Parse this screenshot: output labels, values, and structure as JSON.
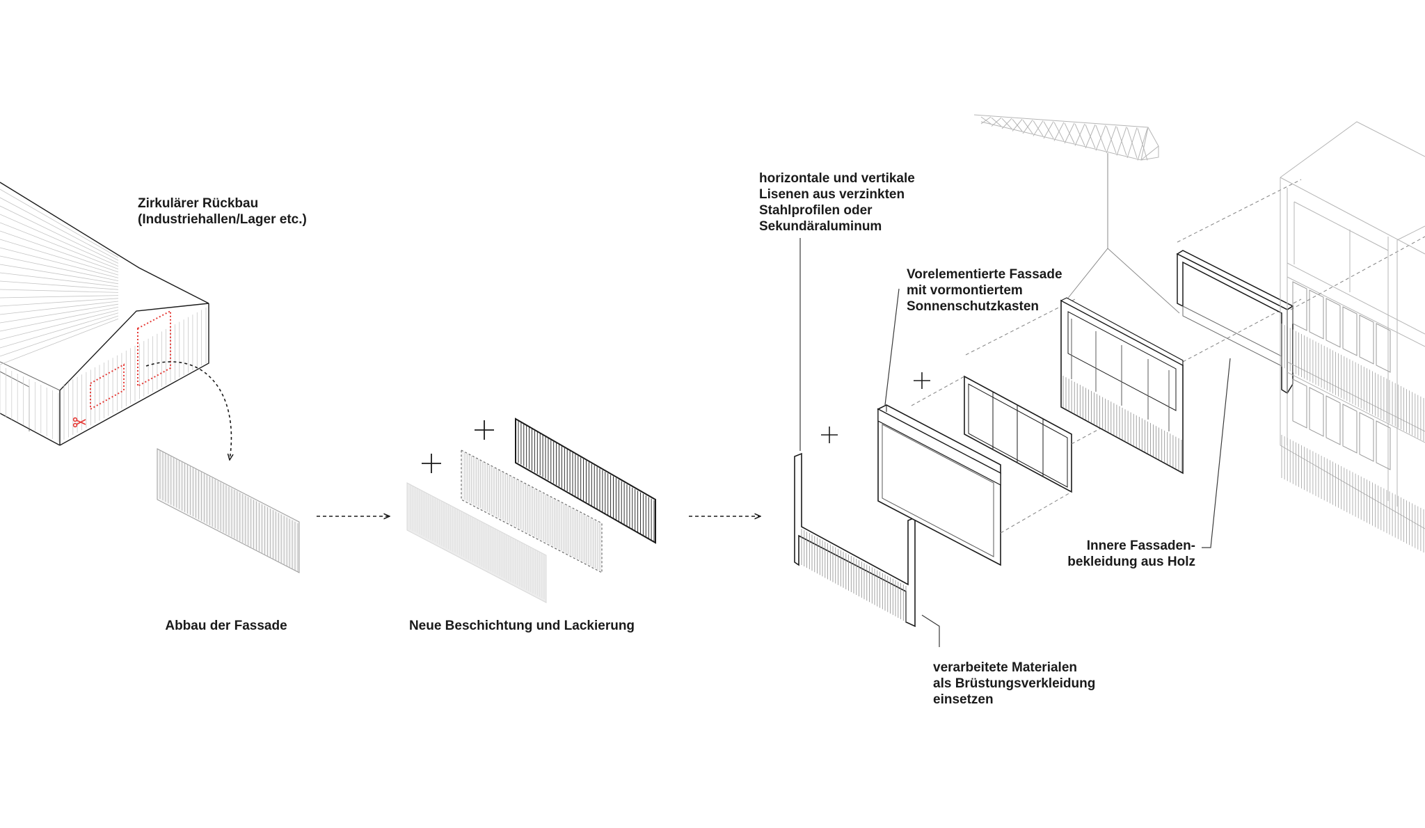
{
  "labels": {
    "rueckbau": "Zirkulärer Rückbau\n(Industriehallen/Lager etc.)",
    "abbau": "Abbau der Fassade",
    "beschichtung": "Neue Beschichtung und Lackierung",
    "lisenen": "horizontale und vertikale\nLisenen aus verzinkten\nStahlprofilen oder\nSekundäraluminum",
    "vorelementiert": "Vorelementierte Fassade\nmit vormontiertem\nSonnenschutzkasten",
    "innere": "Innere Fassaden-\nbekleidung aus Holz",
    "materialien": "verarbeitete Materialen\nals Brüstungsverkleidung\neinsetzen"
  },
  "colors": {
    "line": "#1a1a1a",
    "light_line": "#b5b5b5",
    "cut_red": "#e53935"
  },
  "icons": [
    "scissors-icon",
    "plus-icon",
    "dashed-arrow-icon"
  ]
}
